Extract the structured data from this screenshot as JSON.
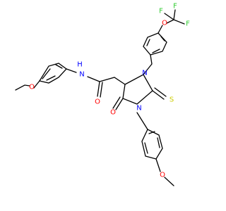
{
  "atoms": [
    {
      "id": "O_eth",
      "text": "O",
      "color": "#ff0000"
    },
    {
      "id": "N_amide",
      "text": "N",
      "color": "#0000ff"
    },
    {
      "id": "H_amide",
      "text": "H",
      "color": "#0000ff"
    },
    {
      "id": "O_amide",
      "text": "O",
      "color": "#ff0000"
    },
    {
      "id": "N1",
      "text": "N",
      "color": "#0000ff"
    },
    {
      "id": "N3",
      "text": "N",
      "color": "#0000ff"
    },
    {
      "id": "O_ring",
      "text": "O",
      "color": "#ff0000"
    },
    {
      "id": "S_thione",
      "text": "S",
      "color": "#cccc00"
    },
    {
      "id": "O_ocf3",
      "text": "O",
      "color": "#ff0000"
    },
    {
      "id": "F1",
      "text": "F",
      "color": "#33cc33"
    },
    {
      "id": "F2",
      "text": "F",
      "color": "#33cc33"
    },
    {
      "id": "F3",
      "text": "F",
      "color": "#33cc33"
    },
    {
      "id": "O_meo",
      "text": "O",
      "color": "#ff0000"
    }
  ]
}
